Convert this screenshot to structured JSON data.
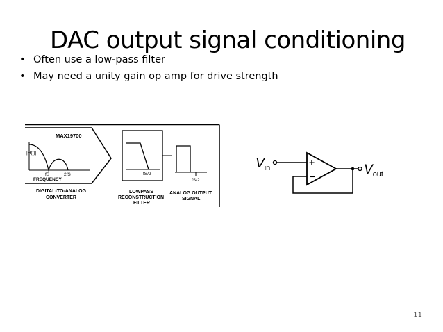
{
  "slide": {
    "title": "DAC output signal conditioning",
    "bullets": [
      "Often use a low-pass filter",
      "May need a unity gain op amp for drive strength"
    ],
    "page_number": "11"
  },
  "dac_diagram": {
    "chip": "MAX19700",
    "response_label": "|H(f)|",
    "fs_label": "fS",
    "two_fs_label": "2fS",
    "frequency_label": "FREQUENCY",
    "dac_label_line1": "DIGITAL-TO-ANALOG",
    "dac_label_line2": "CONVERTER",
    "filter_cutoff": "fS/2",
    "filter_label_line1": "LOWPASS",
    "filter_label_line2": "RECONSTRUCTION",
    "filter_label_line3": "FILTER",
    "output_cutoff": "fS/2",
    "output_label_line1": "ANALOG OUTPUT",
    "output_label_line2": "SIGNAL"
  },
  "opamp_diagram": {
    "vin_main": "V",
    "vin_sub": "in",
    "vout_main": "V",
    "vout_sub": "out",
    "plus": "+",
    "minus": "−"
  }
}
